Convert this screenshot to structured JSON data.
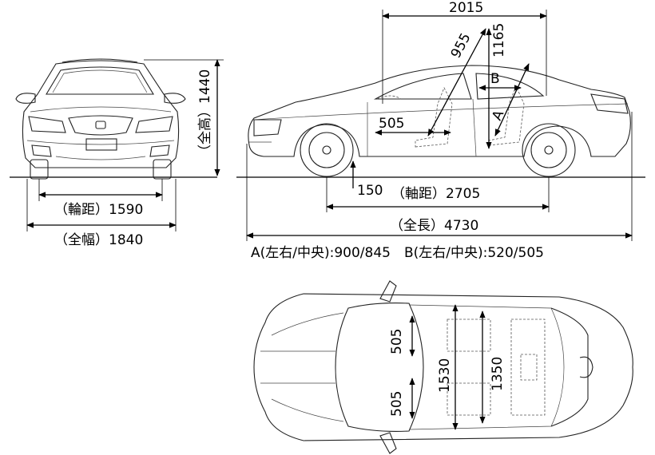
{
  "labels": {
    "front_wheelbase_label": "（輪距）1590",
    "front_width_label": "（全幅）1840",
    "front_height_label": "（全高）1440",
    "top_width": "2015",
    "headroom_diag": "955",
    "headroom_vert": "1165",
    "seat_b": "B",
    "seat_a": "A",
    "legroom": "505",
    "ground_clearance": "150",
    "wheelbase_label": "（軸距）2705",
    "length_label": "（全長）4730",
    "footnote": "A(左右/中央):900/845　B(左右/中央):520/505",
    "top_seat_front": "505",
    "top_seat_rear": "505",
    "top_width_front": "1530",
    "top_width_rear": "1350"
  }
}
